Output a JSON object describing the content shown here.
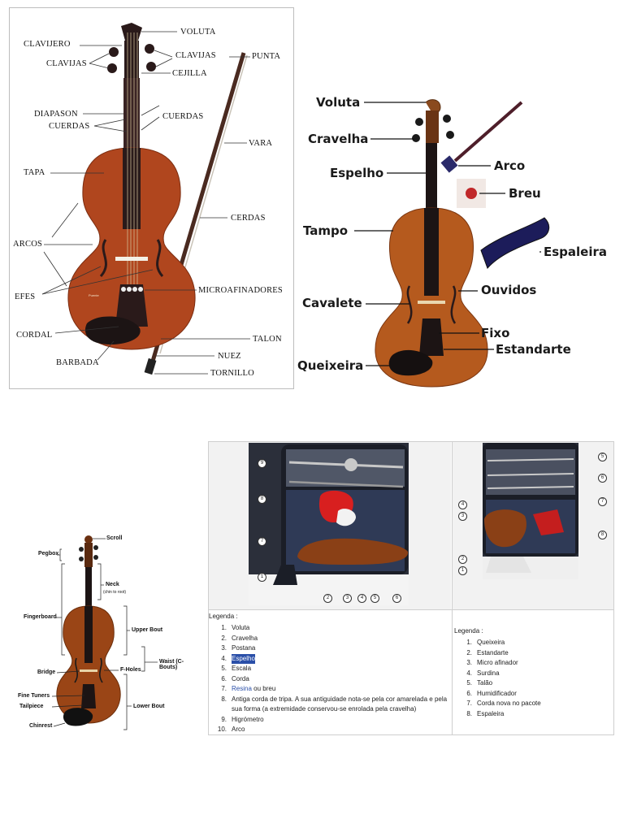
{
  "spanish_diagram": {
    "labels_left": [
      "CLAVIJERO",
      "CLAVIJAS",
      "DIAPASON",
      "CUERDAS",
      "TAPA",
      "ARCOS",
      "EFES",
      "CORDAL",
      "BARBADA"
    ],
    "labels_right": [
      "VOLUTA",
      "CLAVIJAS",
      "CEJILLA",
      "CUERDAS",
      "PUNTA",
      "VARA",
      "CERDAS",
      "MICROAFINADORES",
      "TALON",
      "NUEZ",
      "TORNILLO"
    ],
    "bridge_text": "Puente"
  },
  "portuguese_diagram": {
    "labels": [
      "Voluta",
      "Cravelha",
      "Espelho",
      "Tampo",
      "Cavalete",
      "Queixeira",
      "Arco",
      "Breu",
      "Espaleira",
      "Ouvidos",
      "Fixo",
      "Estandarte"
    ]
  },
  "english_diagram": {
    "labels_left": [
      "Pegbox",
      "Fingerboard",
      "Bridge",
      "Fine Tuners",
      "Tailpiece",
      "Chinrest"
    ],
    "labels_right": [
      "Scroll",
      "Neck",
      "(chin to root)",
      "Upper Bout",
      "Waist (C-Bouts)",
      "F-Holes",
      "Lower Bout"
    ]
  },
  "case_photo_left": {
    "markers": [
      "9",
      "8",
      "7",
      "1",
      "2",
      "3",
      "4",
      "5",
      "6"
    ]
  },
  "case_photo_right": {
    "markers": [
      "5",
      "6",
      "7",
      "8",
      "4",
      "3",
      "2",
      "1"
    ]
  },
  "legend_left": {
    "title": "Legenda :",
    "items": [
      {
        "n": "1.",
        "text": "Voluta"
      },
      {
        "n": "2.",
        "text": "Cravelha"
      },
      {
        "n": "3.",
        "text": "Postana"
      },
      {
        "n": "4.",
        "text": "Espelho"
      },
      {
        "n": "5.",
        "text": "Escala"
      },
      {
        "n": "6.",
        "text": "Corda"
      },
      {
        "n": "7.",
        "link": "Resina",
        "rest": " ou breu"
      },
      {
        "n": "8.",
        "text": "Antiga corda de tripa. A sua antiguidade nota-se pela cor amarelada e pela sua forma (a extremidade conservou-se enrolada pela cravelha)"
      },
      {
        "n": "9.",
        "text": "Higrómetro"
      },
      {
        "n": "10.",
        "text": "Arco"
      }
    ]
  },
  "legend_right": {
    "title": "Legenda :",
    "items": [
      {
        "n": "1.",
        "text": "Queixeira"
      },
      {
        "n": "2.",
        "text": "Estandarte"
      },
      {
        "n": "3.",
        "text": "Micro afinador"
      },
      {
        "n": "4.",
        "text": "Surdina"
      },
      {
        "n": "5.",
        "text": "Talão"
      },
      {
        "n": "6.",
        "text": "Humidificador"
      },
      {
        "n": "7.",
        "text": "Corda nova no pacote"
      },
      {
        "n": "8.",
        "text": "Espaleira"
      }
    ]
  }
}
